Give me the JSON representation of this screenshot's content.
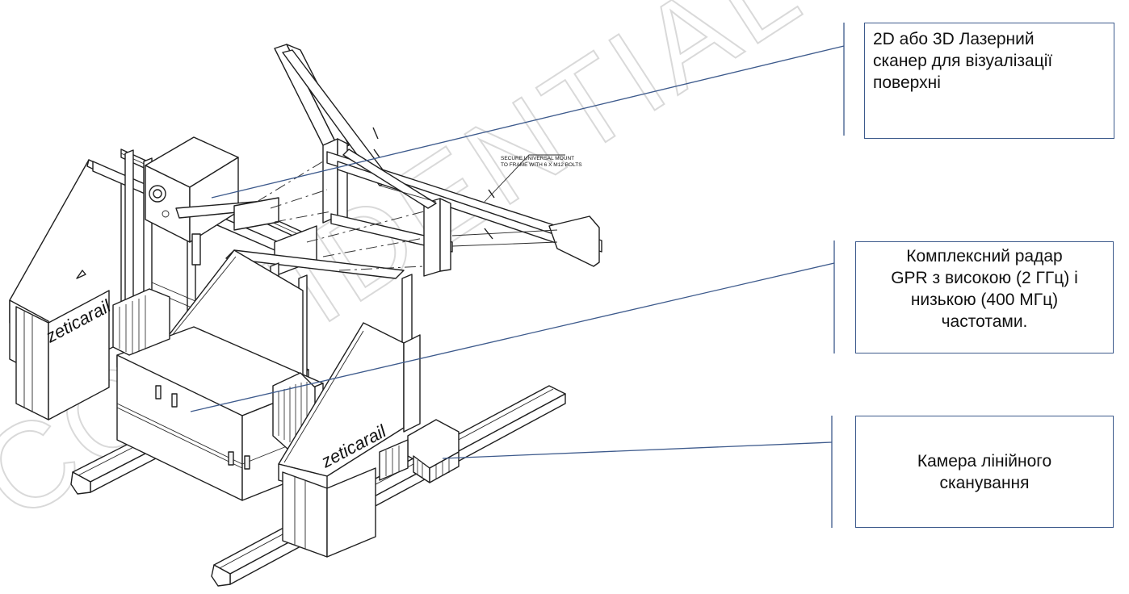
{
  "callouts": {
    "laser": "2D або 3D Лазерний\nсканер для візуалізації\nповерхні",
    "gpr": "Комплексний радар\nGPR з високою (2 ГГц) і\nнизькою (400 МГц)\nчастотами.",
    "camera": "Камера лінійного\nсканування"
  },
  "drawing": {
    "mount_note_line1": "SECURE UNIVERSAL MOUNT",
    "mount_note_line2": "TO FRAME WITH 6 X M12 BOLTS",
    "brand_left": "zeticarail",
    "brand_right": "zeticarail",
    "watermark": "CONFIDENTIAL"
  },
  "colors": {
    "callout_border": "#3d5a8c",
    "line_art": "#1f1f1f",
    "watermark": "#d9d9d9"
  }
}
